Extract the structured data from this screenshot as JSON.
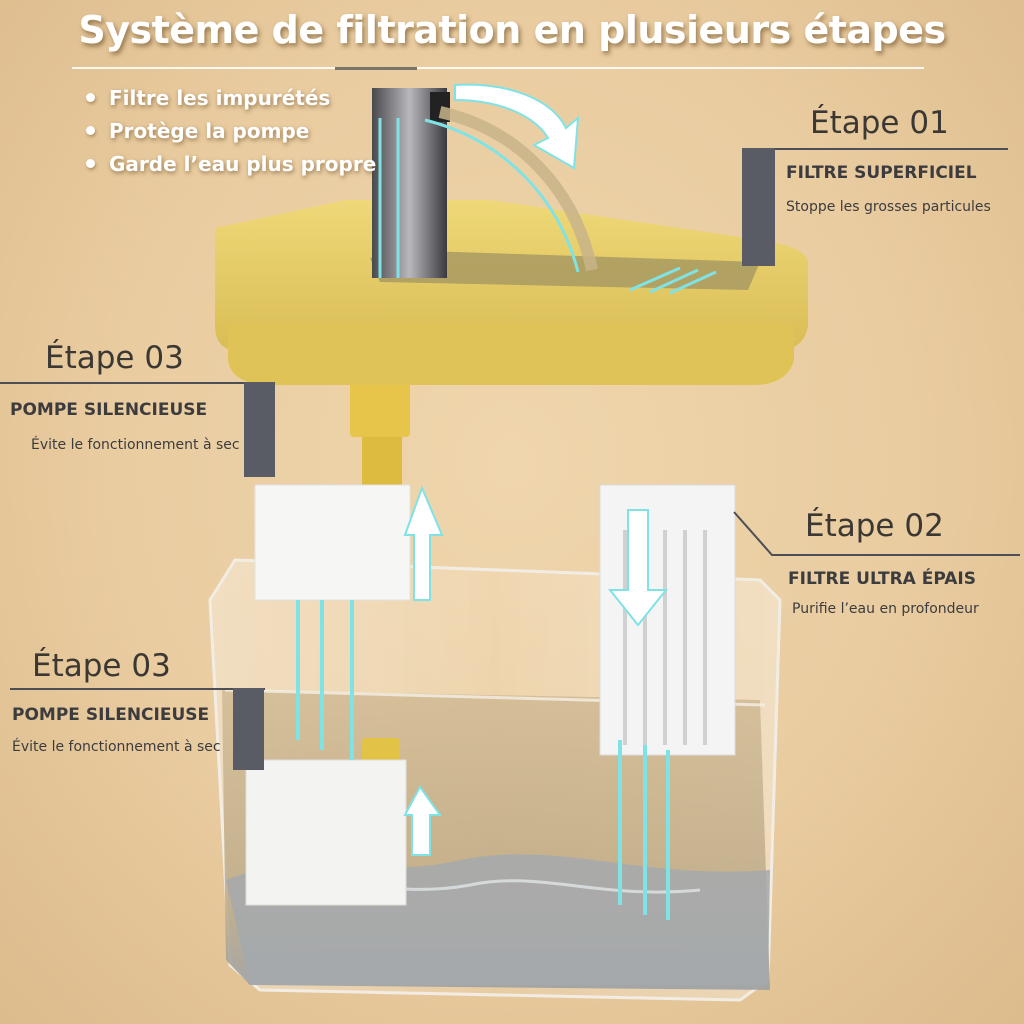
{
  "title": "Système de filtration en plusieurs étapes",
  "bullets": [
    {
      "label": "Filtre les impurétés"
    },
    {
      "label": "Protège la pompe"
    },
    {
      "label": "Garde l’eau plus propre"
    }
  ],
  "steps": [
    {
      "id": "01",
      "label": "Étape 01",
      "heading": "FILTRE SUPERFICIEL",
      "description": "Stoppe les grosses particules"
    },
    {
      "id": "02",
      "label": "Étape 02",
      "heading": "FILTRE ULTRA ÉPAIS",
      "description": "Purifie l’eau en profondeur"
    },
    {
      "id": "03a",
      "label": "Étape 03",
      "heading": "POMPE SILENCIEUSE",
      "description": "Évite le fonctionnement à sec"
    },
    {
      "id": "03b",
      "label": "Étape 03",
      "heading": "POMPE SILENCIEUSE",
      "description": "Évite le fonctionnement à sec"
    }
  ],
  "colors": {
    "background": "#e9cca0",
    "tray_yellow": "#e9d06a",
    "flow_cyan": "#7fe3e6",
    "callout_bar": "#595c64",
    "text_dark": "#3c3c3e"
  }
}
